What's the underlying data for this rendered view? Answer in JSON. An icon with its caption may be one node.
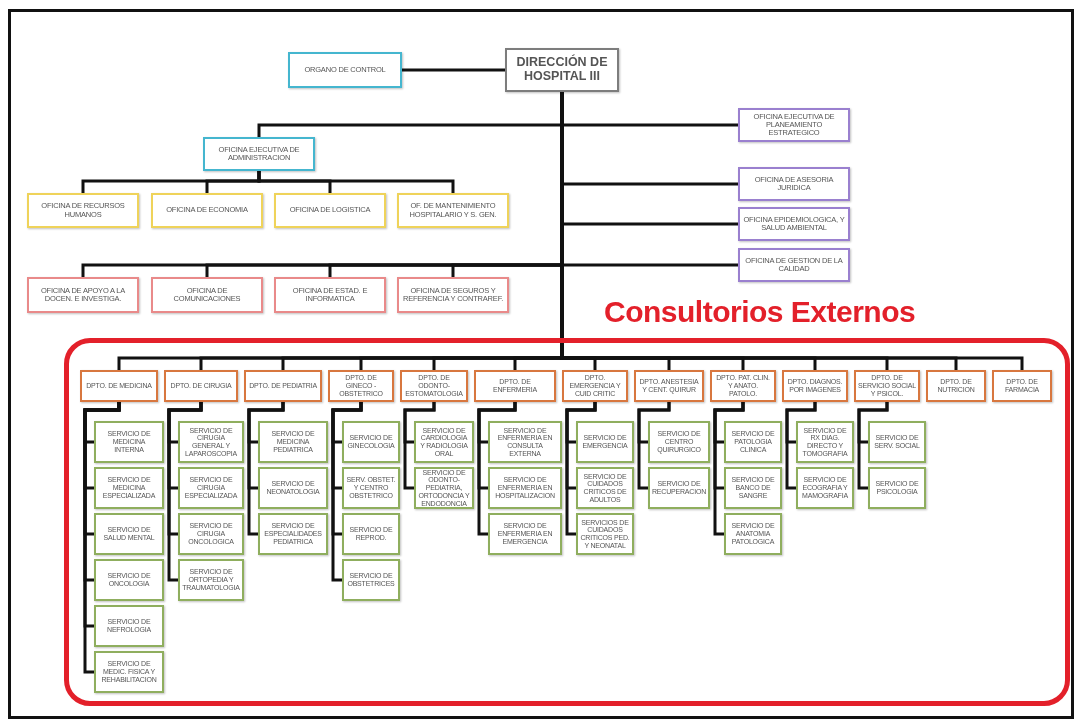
{
  "diagram": {
    "nodes": [
      {
        "text": [
          "DIRECCIÓN DE HOSPITAL III"
        ]
      },
      {
        "text": [
          "ORGANO DE CONTROL"
        ]
      },
      {
        "text": [
          "OFICINA EJECUTIVA DE ADMINISTRACION"
        ]
      },
      {
        "text": [
          "OFICINA DE RECURSOS HUMANOS"
        ]
      },
      {
        "text": [
          "OFICINA DE ECONOMIA"
        ]
      },
      {
        "text": [
          "OFICINA DE LOGISTICA"
        ]
      },
      {
        "text": [
          "OF. DE MANTENIMIENTO HOSPITALARIO Y S. GEN."
        ]
      },
      {
        "text": [
          "OFICINA EJECUTIVA DE PLANEAMIENTO ESTRATEGICO"
        ]
      },
      {
        "text": [
          "OFICINA DE ASESORIA JURIDICA"
        ]
      },
      {
        "text": [
          "OFICINA EPIDEMIOLOGICA, Y SALUD AMBIENTAL"
        ]
      },
      {
        "text": [
          "OFICINA DE GESTION DE LA CALIDAD"
        ]
      },
      {
        "text": [
          "OFICINA DE APOYO A LA DOCEN. E INVESTIGA."
        ]
      },
      {
        "text": [
          "OFICINA DE COMUNICACIONES"
        ]
      },
      {
        "text": [
          "OFICINA DE ESTAD. E INFORMATICA"
        ]
      },
      {
        "text": [
          "OFICINA DE SEGUROS Y REFERENCIA Y CONTRAREF."
        ]
      },
      {
        "text": [
          "Consultorios Externos"
        ]
      },
      {
        "text": [
          "DPTO. DE MEDICINA"
        ],
        "in": 15
      },
      {
        "text": [
          "DPTO. DE CIRUGIA"
        ],
        "in": 15
      },
      {
        "text": [
          "DPTO. DE PEDIATRIA"
        ],
        "in": 15
      },
      {
        "text": [
          "DPTO. DE GINECO -OBSTETRICO"
        ],
        "in": 15
      },
      {
        "text": [
          "DPTO. DE ODONTO- ESTOMATOLOGIA"
        ],
        "in": 15
      },
      {
        "text": [
          "DPTO. DE ENFERMERIA"
        ],
        "in": 15
      },
      {
        "text": [
          "DPTO. EMERGENCIA Y CUID CRITIC"
        ],
        "in": 15
      },
      {
        "text": [
          "DPTO. ANESTESIA Y CENT. QUIRUR"
        ],
        "in": 15
      },
      {
        "text": [
          "DPTO. PAT. CLIN. Y ANATO. PATOLO."
        ],
        "in": 15
      },
      {
        "text": [
          "DPTO. DIAGNOS. POR IMAGENES"
        ],
        "in": 15
      },
      {
        "text": [
          "DPTO. DE SERVICIO SOCIAL Y PSICOL."
        ],
        "in": 15
      },
      {
        "text": [
          "DPTO. DE NUTRICION"
        ],
        "in": 15
      },
      {
        "text": [
          "DPTO. DE FARMACIA"
        ],
        "in": 15
      },
      {
        "text": [
          "SERVICIO DE MEDICINA INTERNA"
        ],
        "in": 15
      },
      {
        "text": [
          "SERVICIO DE MEDICINA ESPECIALIZADA"
        ],
        "in": 15
      },
      {
        "text": [
          "SERVICIO DE SALUD MENTAL"
        ],
        "in": 15
      },
      {
        "text": [
          "SERVICIO DE ONCOLOGIA"
        ],
        "in": 15
      },
      {
        "text": [
          "SERVICIO DE NEFROLOGIA"
        ],
        "in": 15
      },
      {
        "text": [
          "SERVICIO DE MEDIC. FISICA Y REHABILITACION"
        ],
        "in": 15
      },
      {
        "text": [
          "SERVICIO DE CIRUGIA GENERAL Y LAPAROSCOPIA"
        ],
        "in": 15
      },
      {
        "text": [
          "SERVICIO DE CIRUGIA ESPECIALIZADA"
        ],
        "in": 15
      },
      {
        "text": [
          "SERVICIO DE CIRUGIA ONCOLOGICA"
        ],
        "in": 15
      },
      {
        "text": [
          "SERVICIO DE ORTOPEDIA Y TRAUMATOLOGIA"
        ],
        "in": 15
      },
      {
        "text": [
          "SERVICIO DE MEDICINA PEDIATRICA"
        ],
        "in": 15
      },
      {
        "text": [
          "SERVICIO DE NEONATOLOGIA"
        ],
        "in": 15
      },
      {
        "text": [
          "SERVICIO DE ESPECIALIDADES PEDIATRICA"
        ],
        "in": 15
      },
      {
        "text": [
          "SERVICIO DE GINECOLOGIA"
        ],
        "in": 15
      },
      {
        "text": [
          "SERV. OBSTET. Y CENTRO OBSTETRICO"
        ],
        "in": 15
      },
      {
        "text": [
          "SERVICIO DE REPROD."
        ],
        "in": 15
      },
      {
        "text": [
          "SERVICIO DE OBSTETRICES"
        ],
        "in": 15
      },
      {
        "text": [
          "SERVICIO DE CARDIOLOGIA Y RADIOLOGIA ORAL"
        ],
        "in": 15
      },
      {
        "text": [
          "SERVICIO DE ODONTO-PEDIATRIA, ORTODONCIA Y ENDODONCIA"
        ],
        "in": 15
      },
      {
        "text": [
          "SERVICIO DE ENFERMERIA EN CONSULTA EXTERNA"
        ],
        "in": 15
      },
      {
        "text": [
          "SERVICIO DE ENFERMERIA EN HOSPITALIZACION"
        ],
        "in": 15
      },
      {
        "text": [
          "SERVICIO DE ENFERMERIA EN EMERGENCIA"
        ],
        "in": 15
      },
      {
        "text": [
          "SERVICIO DE EMERGENCIA"
        ],
        "in": 15
      },
      {
        "text": [
          "SERVICIO DE CUIDADOS CRITICOS DE ADULTOS"
        ],
        "in": 15
      },
      {
        "text": [
          "SERVICIOS DE CUIDADOS CRITICOS PED. Y NEONATAL"
        ],
        "in": 15
      },
      {
        "text": [
          "SERVICIO DE CENTRO QUIRURGICO"
        ],
        "in": 15
      },
      {
        "text": [
          "SERVICIO DE RECUPERACION"
        ],
        "in": 15
      },
      {
        "text": [
          "SERVICIO DE PATOLOGIA CLINICA"
        ],
        "in": 15
      },
      {
        "text": [
          "SERVICIO DE BANCO DE SANGRE"
        ],
        "in": 15
      },
      {
        "text": [
          "SERVICIO DE ANATOMIA PATOLOGICA"
        ],
        "in": 15
      },
      {
        "text": [
          "SERVICIO DE RX DIAG. DIRECTO Y TOMOGRAFIA"
        ],
        "in": 15
      },
      {
        "text": [
          "SERVICIO DE ECOGRAFIA Y MAMOGRAFIA"
        ],
        "in": 15
      },
      {
        "text": [
          "SERVICIO DE SERV. SOCIAL"
        ],
        "in": 15
      },
      {
        "text": [
          "SERVICIO DE PSICOLOGIA"
        ],
        "in": 15
      }
    ],
    "edges": [
      {
        "from": 0,
        "to": 1,
        "arrow": "none"
      },
      {
        "from": 0,
        "to": 2,
        "arrow": "none"
      },
      {
        "from": 0,
        "to": 7,
        "arrow": "none"
      },
      {
        "from": 0,
        "to": 8,
        "arrow": "none"
      },
      {
        "from": 0,
        "to": 9,
        "arrow": "none"
      },
      {
        "from": 0,
        "to": 10,
        "arrow": "none"
      },
      {
        "from": 2,
        "to": 3,
        "arrow": "none"
      },
      {
        "from": 2,
        "to": 4,
        "arrow": "none"
      },
      {
        "from": 2,
        "to": 5,
        "arrow": "none"
      },
      {
        "from": 2,
        "to": 6,
        "arrow": "none"
      },
      {
        "from": 0,
        "to": 11,
        "arrow": "none"
      },
      {
        "from": 0,
        "to": 12,
        "arrow": "none"
      },
      {
        "from": 0,
        "to": 13,
        "arrow": "none"
      },
      {
        "from": 0,
        "to": 14,
        "arrow": "none"
      },
      {
        "from": 0,
        "to": 16,
        "arrow": "none"
      },
      {
        "from": 0,
        "to": 17,
        "arrow": "none"
      },
      {
        "from": 0,
        "to": 18,
        "arrow": "none"
      },
      {
        "from": 0,
        "to": 19,
        "arrow": "none"
      },
      {
        "from": 0,
        "to": 20,
        "arrow": "none"
      },
      {
        "from": 0,
        "to": 21,
        "arrow": "none"
      },
      {
        "from": 0,
        "to": 22,
        "arrow": "none"
      },
      {
        "from": 0,
        "to": 23,
        "arrow": "none"
      },
      {
        "from": 0,
        "to": 24,
        "arrow": "none"
      },
      {
        "from": 0,
        "to": 25,
        "arrow": "none"
      },
      {
        "from": 0,
        "to": 26,
        "arrow": "none"
      },
      {
        "from": 0,
        "to": 27,
        "arrow": "none"
      },
      {
        "from": 0,
        "to": 28,
        "arrow": "none"
      },
      {
        "from": 16,
        "to": 29,
        "arrow": "none"
      },
      {
        "from": 16,
        "to": 30,
        "arrow": "none"
      },
      {
        "from": 16,
        "to": 31,
        "arrow": "none"
      },
      {
        "from": 16,
        "to": 32,
        "arrow": "none"
      },
      {
        "from": 16,
        "to": 33,
        "arrow": "none"
      },
      {
        "from": 16,
        "to": 34,
        "arrow": "none"
      },
      {
        "from": 17,
        "to": 35,
        "arrow": "none"
      },
      {
        "from": 17,
        "to": 36,
        "arrow": "none"
      },
      {
        "from": 17,
        "to": 37,
        "arrow": "none"
      },
      {
        "from": 17,
        "to": 38,
        "arrow": "none"
      },
      {
        "from": 18,
        "to": 39,
        "arrow": "none"
      },
      {
        "from": 18,
        "to": 40,
        "arrow": "none"
      },
      {
        "from": 18,
        "to": 41,
        "arrow": "none"
      },
      {
        "from": 19,
        "to": 42,
        "arrow": "none"
      },
      {
        "from": 19,
        "to": 43,
        "arrow": "none"
      },
      {
        "from": 19,
        "to": 44,
        "arrow": "none"
      },
      {
        "from": 19,
        "to": 45,
        "arrow": "none"
      },
      {
        "from": 20,
        "to": 46,
        "arrow": "none"
      },
      {
        "from": 20,
        "to": 47,
        "arrow": "none"
      },
      {
        "from": 21,
        "to": 48,
        "arrow": "none"
      },
      {
        "from": 21,
        "to": 49,
        "arrow": "none"
      },
      {
        "from": 21,
        "to": 50,
        "arrow": "none"
      },
      {
        "from": 22,
        "to": 51,
        "arrow": "none"
      },
      {
        "from": 22,
        "to": 52,
        "arrow": "none"
      },
      {
        "from": 22,
        "to": 53,
        "arrow": "none"
      },
      {
        "from": 23,
        "to": 54,
        "arrow": "none"
      },
      {
        "from": 23,
        "to": 55,
        "arrow": "none"
      },
      {
        "from": 24,
        "to": 56,
        "arrow": "none"
      },
      {
        "from": 24,
        "to": 57,
        "arrow": "none"
      },
      {
        "from": 24,
        "to": 58,
        "arrow": "none"
      },
      {
        "from": 25,
        "to": 59,
        "arrow": "none"
      },
      {
        "from": 25,
        "to": 60,
        "arrow": "none"
      },
      {
        "from": 26,
        "to": 61,
        "arrow": "none"
      },
      {
        "from": 26,
        "to": 62,
        "arrow": "none"
      }
    ]
  }
}
